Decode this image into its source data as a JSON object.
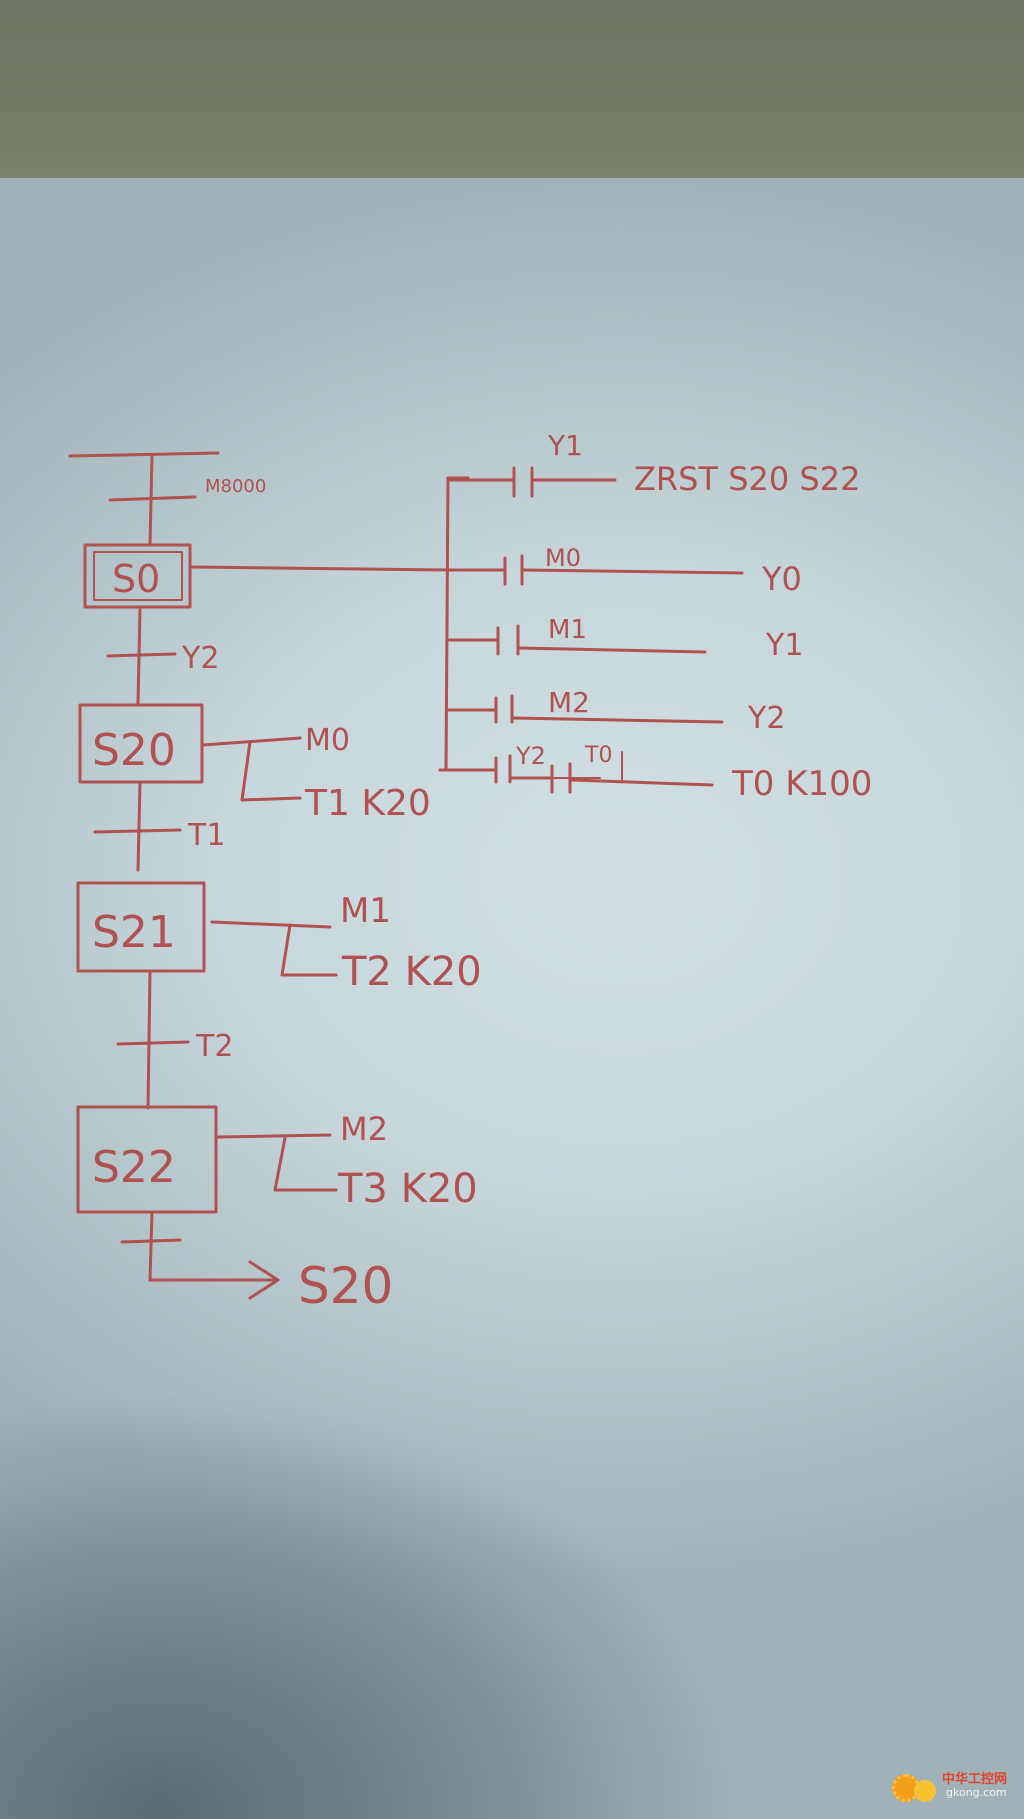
{
  "sfc": {
    "init_relay": "M8000",
    "steps": [
      {
        "label": "S0"
      },
      {
        "label": "S20",
        "out1": "M0",
        "out2": "T1 K20"
      },
      {
        "label": "S21",
        "out1": "M1",
        "out2": "T2 K20"
      },
      {
        "label": "S22",
        "out1": "M2",
        "out2": "T3 K20"
      }
    ],
    "transitions": [
      "Y2",
      "T1",
      "T2"
    ],
    "jump_target": "S20"
  },
  "ladder": {
    "rungs": [
      {
        "contact": "Y1",
        "output": "ZRST S20 S22"
      },
      {
        "contact": "M0",
        "output": "Y0"
      },
      {
        "contact": "M1",
        "output": "Y1"
      },
      {
        "contact": "M2",
        "output": "Y2"
      },
      {
        "contact": "Y2",
        "contact2": "T0",
        "output": "T0 K100"
      }
    ]
  },
  "watermark": {
    "name": "中华工控网",
    "url": "gkong.com"
  },
  "colors": {
    "ink": "#b0524f",
    "paper": "#c9d9dd",
    "wall": "#6f7866"
  }
}
